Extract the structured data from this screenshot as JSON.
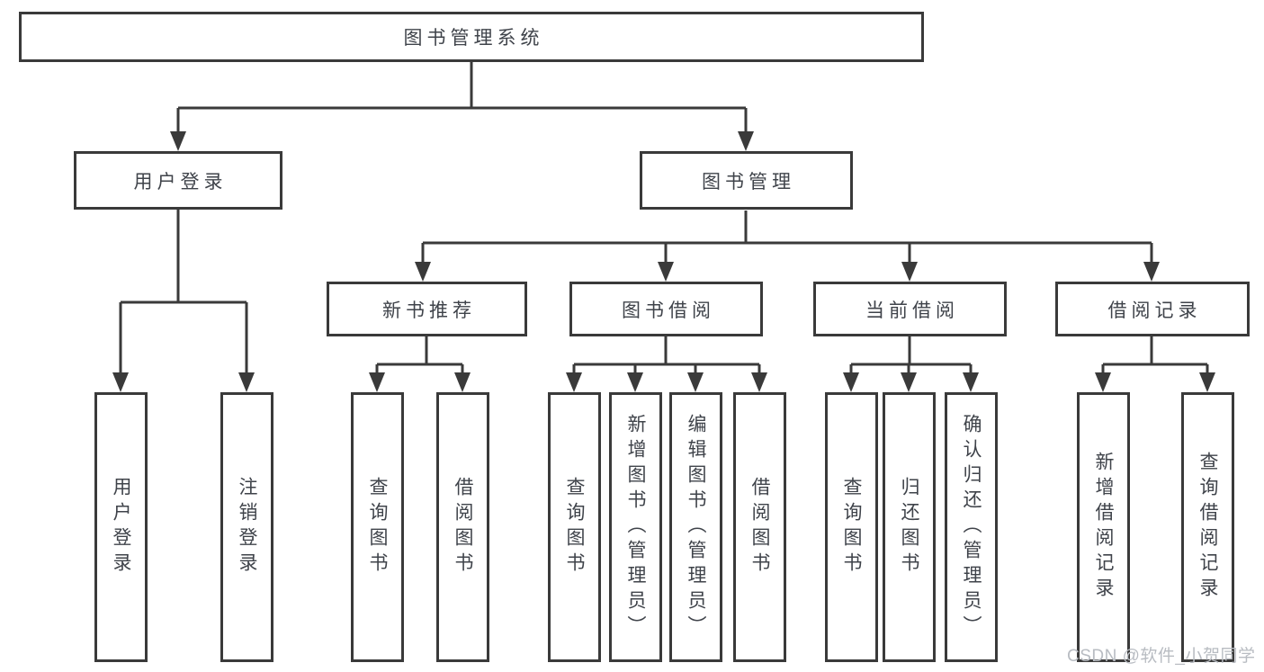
{
  "diagram": {
    "root": {
      "label": "图书管理系统"
    },
    "branches": [
      {
        "label": "用户登录",
        "leaves": [
          {
            "label": "用户登录"
          },
          {
            "label": "注销登录"
          }
        ]
      },
      {
        "label": "图书管理",
        "sections": [
          {
            "label": "新书推荐",
            "leaves": [
              {
                "label": "查询图书"
              },
              {
                "label": "借阅图书"
              }
            ]
          },
          {
            "label": "图书借阅",
            "leaves": [
              {
                "label": "查询图书"
              },
              {
                "label": "新增图书（管理员）"
              },
              {
                "label": "编辑图书（管理员）"
              },
              {
                "label": "借阅图书"
              }
            ]
          },
          {
            "label": "当前借阅",
            "leaves": [
              {
                "label": "查询图书"
              },
              {
                "label": "归还图书"
              },
              {
                "label": "确认归还（管理员）"
              }
            ]
          },
          {
            "label": "借阅记录",
            "leaves": [
              {
                "label": "新增借阅记录"
              },
              {
                "label": "查询借阅记录"
              }
            ]
          }
        ]
      }
    ]
  },
  "watermark": {
    "text": "CSDN @软件_小贺同学"
  },
  "colors": {
    "line": "#3a3a3a",
    "text": "#3f434a",
    "watermark": "#b8bcc2",
    "background": "#ffffff"
  }
}
